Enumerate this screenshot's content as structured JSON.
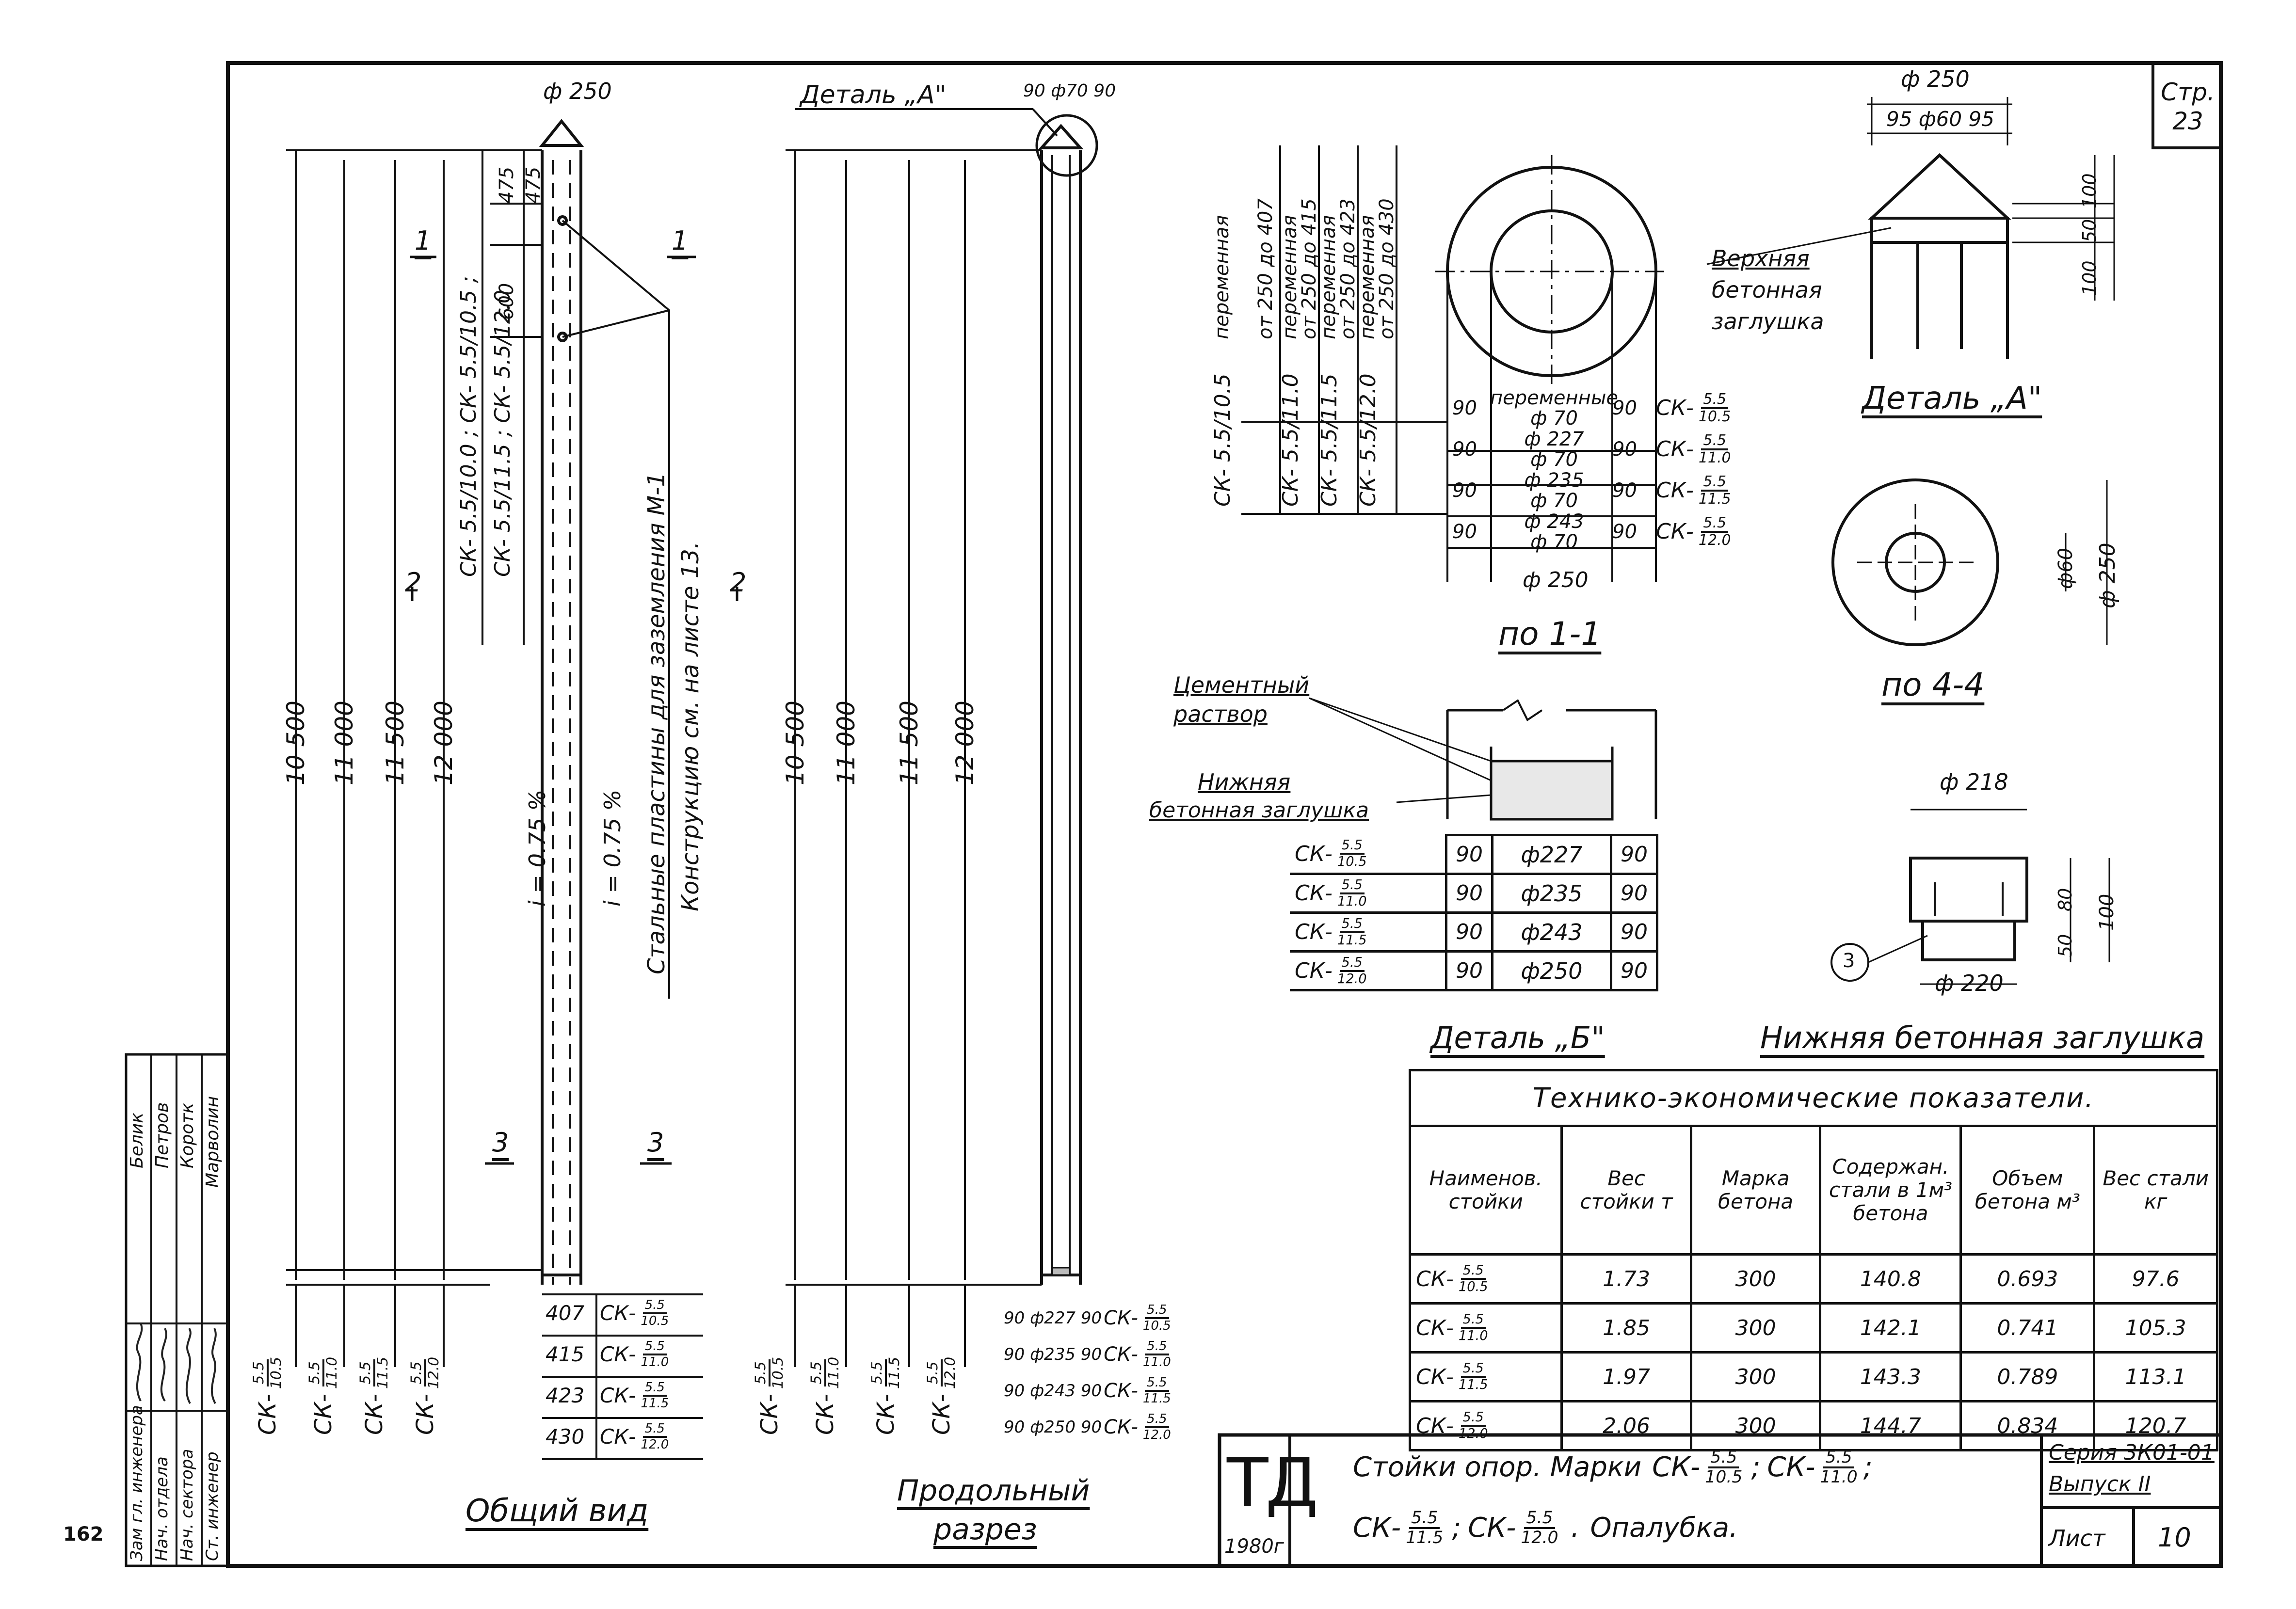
{
  "page": {
    "number": "Стр. 23",
    "margin_number": "162"
  },
  "general_view": {
    "title": "Общий вид",
    "diameter_top": "ф 250",
    "lengths": [
      "10 500",
      "11 000",
      "11 500",
      "12 000"
    ],
    "marks_bottom": [
      {
        "prefix": "СК-",
        "num": "5.5",
        "den": "10.5"
      },
      {
        "prefix": "СК-",
        "num": "5.5",
        "den": "11.0"
      },
      {
        "prefix": "СК-",
        "num": "5.5",
        "den": "11.5"
      },
      {
        "prefix": "СК-",
        "num": "5.5",
        "den": "12.0"
      }
    ],
    "section_marks": [
      "1",
      "1",
      "2",
      "2",
      "3",
      "3"
    ],
    "slope_1": "i = 0.75 %",
    "slope_2": "i = 0.75 %",
    "grounding_note_1": "Стальные пластины для заземления М-1",
    "grounding_note_2": "Конструкцию см. на листе 13.",
    "upper_dims": [
      "475",
      "475",
      "600"
    ],
    "upper_marks_1": "СК- 5.5/10.0 ; СК- 5.5/10.5 ;",
    "upper_marks_2": "СК- 5.5/11.5 ; СК- 5.5/12.0",
    "bottom_table": [
      {
        "dim": "407",
        "prefix": "СК-",
        "num": "5.5",
        "den": "10.5"
      },
      {
        "dim": "415",
        "prefix": "СК-",
        "num": "5.5",
        "den": "11.0"
      },
      {
        "dim": "423",
        "prefix": "СК-",
        "num": "5.5",
        "den": "11.5"
      },
      {
        "dim": "430",
        "prefix": "СК-",
        "num": "5.5",
        "den": "12.0"
      }
    ]
  },
  "longitudinal": {
    "title_1": "Продольный",
    "title_2": "разрез",
    "detail_label": "Деталь „А\"",
    "top_dims": "90 ф70 90",
    "lengths": [
      "10 500",
      "11 000",
      "11 500",
      "12 000"
    ],
    "marks_bottom": [
      {
        "prefix": "СК-",
        "num": "5.5",
        "den": "10.5"
      },
      {
        "prefix": "СК-",
        "num": "5.5",
        "den": "11.0"
      },
      {
        "prefix": "СК-",
        "num": "5.5",
        "den": "11.5"
      },
      {
        "prefix": "СК-",
        "num": "5.5",
        "den": "12.0"
      }
    ],
    "bottom_table": [
      {
        "left": "90",
        "dia": "ф227",
        "right": "90",
        "prefix": "СК-",
        "num": "5.5",
        "den": "10.5"
      },
      {
        "left": "90",
        "dia": "ф235",
        "right": "90",
        "prefix": "СК-",
        "num": "5.5",
        "den": "11.0"
      },
      {
        "left": "90",
        "dia": "ф243",
        "right": "90",
        "prefix": "СК-",
        "num": "5.5",
        "den": "11.5"
      },
      {
        "left": "90",
        "dia": "ф250",
        "right": "90",
        "prefix": "СК-",
        "num": "5.5",
        "den": "12.0"
      }
    ]
  },
  "section_1_1": {
    "title": "по 1-1",
    "outer_dia": "ф 250",
    "side_labels": [
      {
        "mark": "СК- 5.5/10.5",
        "text1": "переменная",
        "text2": "от 250 до 407"
      },
      {
        "mark": "СК- 5.5/11.0",
        "text1": "переменная",
        "text2": "от 250 до 415"
      },
      {
        "mark": "СК- 5.5/11.5",
        "text1": "переменная",
        "text2": "от 250 до 423"
      },
      {
        "mark": "СК- 5.5/12.0",
        "text1": "переменная",
        "text2": "от 250 до 430"
      }
    ],
    "rows": [
      {
        "left": "90",
        "mid1": "переменные",
        "mid2": "ф 70",
        "right": "90",
        "prefix": "СК-",
        "num": "5.5",
        "den": "10.5"
      },
      {
        "left": "90",
        "mid1": "ф 227",
        "mid2": "ф 70",
        "right": "90",
        "prefix": "СК-",
        "num": "5.5",
        "den": "11.0"
      },
      {
        "left": "90",
        "mid1": "ф 235",
        "mid2": "ф 70",
        "right": "90",
        "prefix": "СК-",
        "num": "5.5",
        "den": "11.5"
      },
      {
        "left": "90",
        "mid1": "ф 243",
        "mid2": "ф 70",
        "right": "90",
        "prefix": "СК-",
        "num": "5.5",
        "den": "12.0"
      }
    ]
  },
  "detail_a": {
    "title": "Деталь „А\"",
    "dia_top": "ф 250",
    "sub_dims": "95 ф60 95",
    "side_dims": [
      "100",
      "50",
      "100"
    ],
    "note_1": "Верхняя",
    "note_2": "бетонная",
    "note_3": "заглушка"
  },
  "section_4_4": {
    "title": "по 4-4",
    "inner": "ф60",
    "outer": "ф 250"
  },
  "detail_b": {
    "title": "Деталь „Б\"",
    "label_cement_1": "Цементный",
    "label_cement_2": "раствор",
    "label_plug_1": "Нижняя",
    "label_plug_2": "бетонная заглушка",
    "rows": [
      {
        "prefix": "СК-",
        "num": "5.5",
        "den": "10.5",
        "left": "90",
        "dia": "ф227",
        "right": "90"
      },
      {
        "prefix": "СК-",
        "num": "5.5",
        "den": "11.0",
        "left": "90",
        "dia": "ф235",
        "right": "90"
      },
      {
        "prefix": "СК-",
        "num": "5.5",
        "den": "11.5",
        "left": "90",
        "dia": "ф243",
        "right": "90"
      },
      {
        "prefix": "СК-",
        "num": "5.5",
        "den": "12.0",
        "left": "90",
        "dia": "ф250",
        "right": "90"
      }
    ]
  },
  "lower_plug": {
    "title": "Нижняя бетонная заглушка",
    "dia_top": "ф 218",
    "dia_bottom": "ф 220",
    "dims": [
      "80",
      "50",
      "100"
    ],
    "callout": "3"
  },
  "tech_table": {
    "title": "Технико-экономические показатели.",
    "headers": [
      "Наименов. стойки",
      "Вес стойки т",
      "Марка бетона",
      "Содержан. стали в 1м³ бетона",
      "Объем бетона м³",
      "Вес стали кг"
    ],
    "rows": [
      {
        "prefix": "СК-",
        "num": "5.5",
        "den": "10.5",
        "weight": "1.73",
        "grade": "300",
        "steel": "140.8",
        "volume": "0.693",
        "steel_kg": "97.6"
      },
      {
        "prefix": "СК-",
        "num": "5.5",
        "den": "11.0",
        "weight": "1.85",
        "grade": "300",
        "steel": "142.1",
        "volume": "0.741",
        "steel_kg": "105.3"
      },
      {
        "prefix": "СК-",
        "num": "5.5",
        "den": "11.5",
        "weight": "1.97",
        "grade": "300",
        "steel": "143.3",
        "volume": "0.789",
        "steel_kg": "113.1"
      },
      {
        "prefix": "СК-",
        "num": "5.5",
        "den": "12.0",
        "weight": "2.06",
        "grade": "300",
        "steel": "144.7",
        "volume": "0.834",
        "steel_kg": "120.7"
      }
    ]
  },
  "title_block": {
    "logo": "ТД",
    "year": "1980г",
    "line1_text": "Стойки опор.  Марки",
    "line1_marks": [
      {
        "prefix": "СК-",
        "num": "5.5",
        "den": "10.5"
      },
      {
        "prefix": "СК-",
        "num": "5.5",
        "den": "11.0"
      }
    ],
    "line2_marks": [
      {
        "prefix": "СК-",
        "num": "5.5",
        "den": "11.5"
      },
      {
        "prefix": "СК-",
        "num": "5.5",
        "den": "12.0"
      }
    ],
    "line2_text": "Опалубка.",
    "series": "Серия 3К01-01",
    "issue": "Выпуск II",
    "sheet_label": "Лист",
    "sheet_number": "10"
  },
  "signatures": {
    "roles": [
      "Зам гл. инженера",
      "Нач. отдела",
      "Нач. сектора",
      "Ст. инженер"
    ],
    "names": [
      "Белик",
      "Петров",
      "Коротк",
      "Марволин"
    ]
  }
}
